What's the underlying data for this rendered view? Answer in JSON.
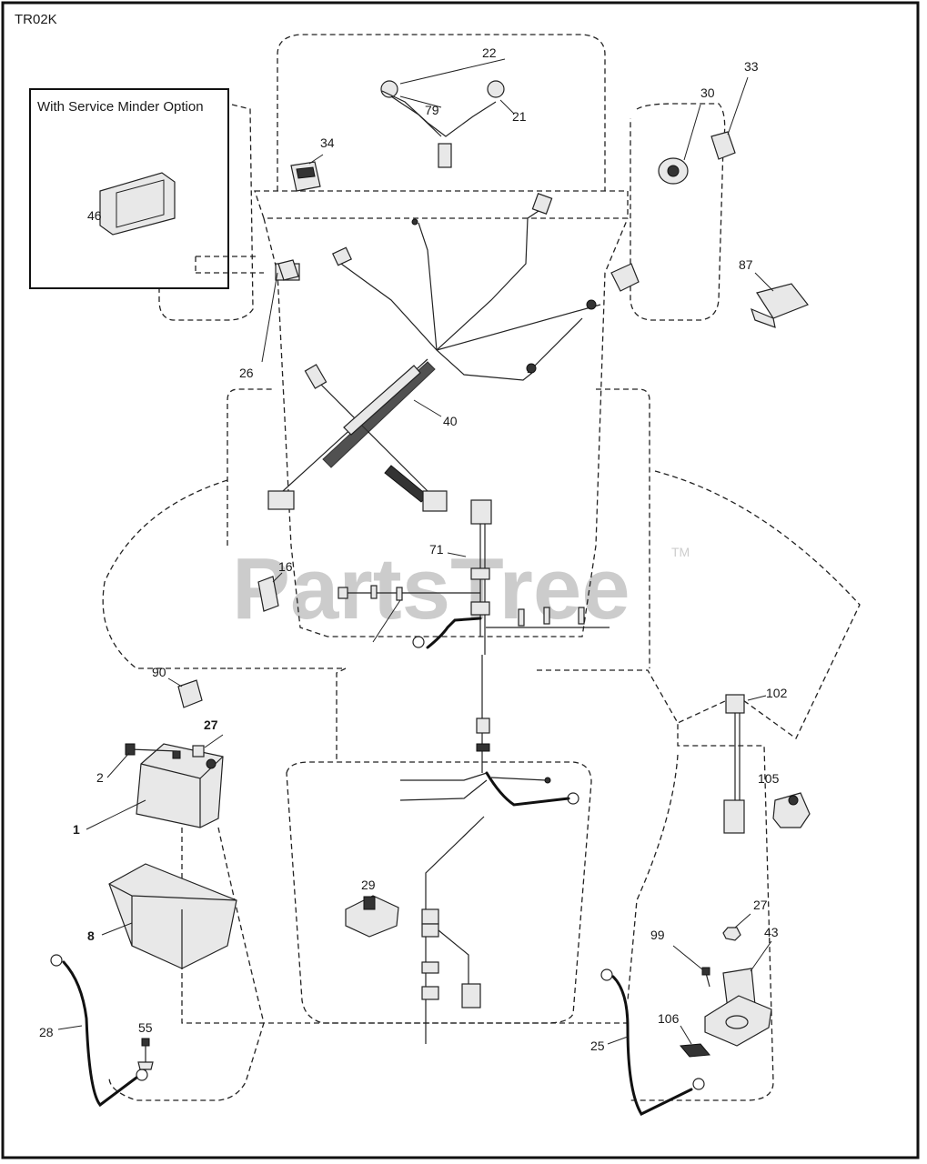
{
  "diagram_code": "TR02K",
  "option_box_title": "With Service Minder Option",
  "watermark": {
    "name": "PartsTree",
    "mark": "TM"
  },
  "callouts": {
    "c1": "1",
    "c2": "2",
    "c8": "8",
    "c16": "16",
    "c21": "21",
    "c22": "22",
    "c25": "25",
    "c26": "26",
    "c27a": "27",
    "c27b": "27",
    "c28": "28",
    "c29": "29",
    "c30": "30",
    "c33": "33",
    "c34": "34",
    "c40": "40",
    "c43": "43",
    "c46": "46",
    "c55": "55",
    "c71": "71",
    "c79": "79",
    "c87": "87",
    "c90": "90",
    "c99": "99",
    "c102": "102",
    "c105": "105",
    "c106": "106"
  }
}
